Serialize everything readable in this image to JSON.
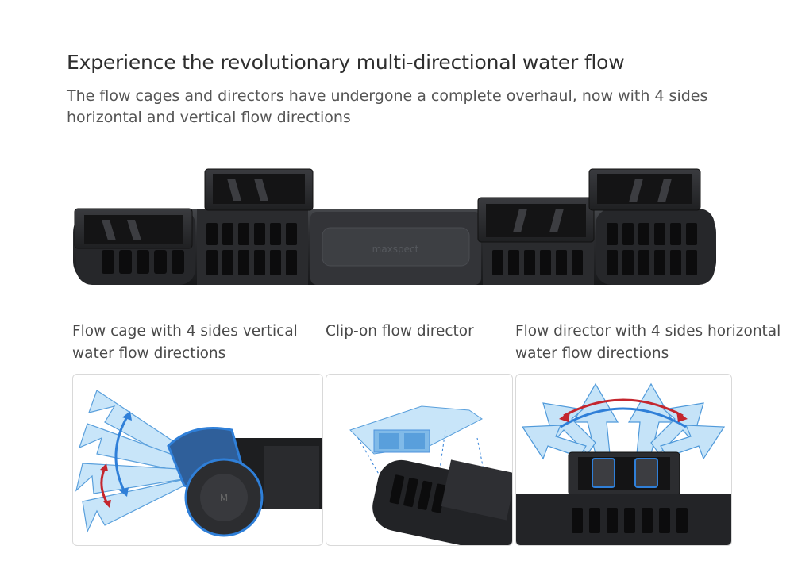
{
  "header": {
    "title": "Experience the revolutionary multi-directional water flow",
    "subtitle": "The flow cages and directors have undergone a complete overhaul, now with 4 sides horizontal and vertical flow directions"
  },
  "product": {
    "brand_logo": "maxspect",
    "colors": {
      "body": "#2a2b2e",
      "flow_arrow": "#9fd0f2",
      "flow_arrow_edge": "#3d8fd6",
      "highlight": "#2f7fd8",
      "red_arrow": "#c4262e"
    }
  },
  "features": [
    {
      "caption": "Flow cage with 4 sides vertical water flow directions",
      "caption_line1": "Flow cage with 4 sides vertical",
      "caption_line2": "water flow directions",
      "icon": "flow-cage-vertical-image"
    },
    {
      "caption": "Clip-on flow director",
      "caption_line1": "Clip-on flow director",
      "caption_line2": "",
      "icon": "clip-on-director-image"
    },
    {
      "caption": "Flow director with 4 sides horizontal water flow directions",
      "caption_line1": "Flow director with 4 sides horizontal",
      "caption_line2": "water flow directions",
      "icon": "flow-director-horizontal-image"
    }
  ]
}
